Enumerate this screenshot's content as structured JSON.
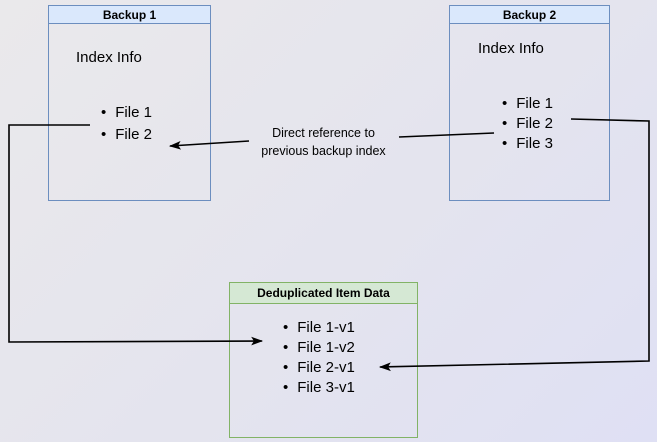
{
  "colors": {
    "background_start": "#eae9eb",
    "background_end": "#dfe0f4",
    "node_blue_fill": "#dae8fc",
    "node_blue_border": "#6c8ebf",
    "node_green_fill": "#d5e8d4",
    "node_green_border": "#82b366",
    "arrow": "#000000",
    "text": "#000000"
  },
  "backup1": {
    "title": "Backup 1",
    "subtitle": "Index Info",
    "files": [
      "File 1",
      "File 2"
    ]
  },
  "backup2": {
    "title": "Backup 2",
    "subtitle": "Index Info",
    "files": [
      "File 1",
      "File 2",
      "File 3"
    ]
  },
  "dedup": {
    "title": "Deduplicated Item Data",
    "items": [
      "File 1-v1",
      "File 1-v2",
      "File 2-v1",
      "File 3-v1"
    ]
  },
  "annotation": {
    "line1": "Direct reference to",
    "line2": "previous backup index"
  }
}
